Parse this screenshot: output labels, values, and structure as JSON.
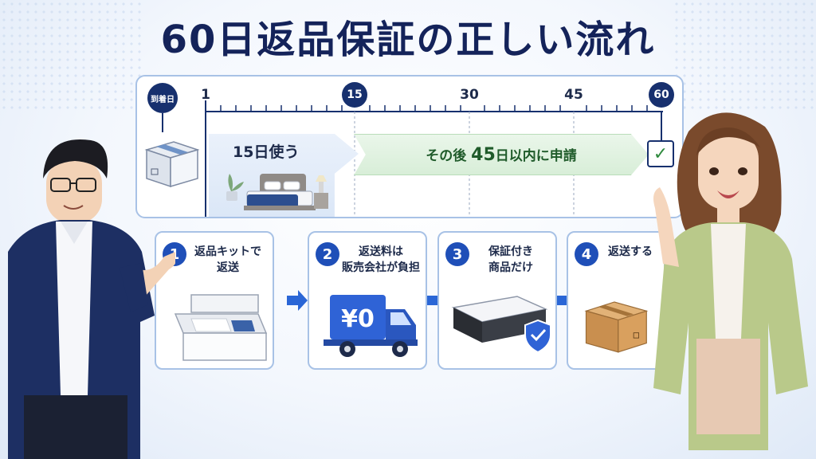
{
  "title": "60日返品保証の正しい流れ",
  "timeline": {
    "start_label": "到着日",
    "ticks": [
      "1",
      "30",
      "45"
    ],
    "milestones": [
      "15",
      "60"
    ],
    "phase1_label": "15日使う",
    "phase2_prefix": "その後",
    "phase2_number": "45",
    "phase2_suffix": "日以内に申請",
    "check_mark": "✓"
  },
  "steps": [
    {
      "num": "1",
      "text": "返品キットで\n返送"
    },
    {
      "num": "2",
      "text": "返送料は\n販売会社が負担"
    },
    {
      "num": "3",
      "text": "保証付き\n商品だけ"
    },
    {
      "num": "4",
      "text": "返送する"
    }
  ],
  "truck_price": "¥0",
  "icons": [
    "box-icon",
    "bed-icon",
    "return-kit-icon",
    "truck-icon",
    "mattress-icon",
    "shield-check-icon",
    "parcel-icon",
    "arrow-right-icon"
  ],
  "colors": {
    "navy": "#17306e",
    "accent_blue": "#1f4fb8",
    "green": "#2e8a3d",
    "panel_border": "#a8c2e6"
  }
}
